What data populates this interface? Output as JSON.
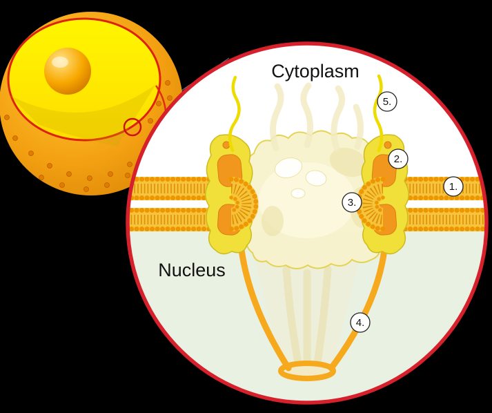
{
  "figure": {
    "description": "Cell nucleus with zoomed inset of a nuclear pore complex",
    "labels": {
      "cytoplasm": "Cytoplasm",
      "nucleus": "Nucleus"
    },
    "callouts": [
      {
        "label": "1."
      },
      {
        "label": "2."
      },
      {
        "label": "3."
      },
      {
        "label": "4."
      },
      {
        "label": "5."
      }
    ],
    "colors": {
      "background": "#000000",
      "zoom_ring": "#d6202c",
      "membrane_base": "#f6c33c",
      "lipid_head": "#ee9600",
      "pore_scaffold": "#f8f3cd",
      "pore_lobe": "#f1e03a",
      "pore_patch": "#f2971e",
      "nuclear_basket": "#f6a91d",
      "cytoplasmic_filament": "#eedc00",
      "nucleus_background": "#e9f1e3",
      "cell_body": "#f3a012",
      "cell_interior": "#fff200",
      "nucleolus": "#f8a800"
    }
  }
}
